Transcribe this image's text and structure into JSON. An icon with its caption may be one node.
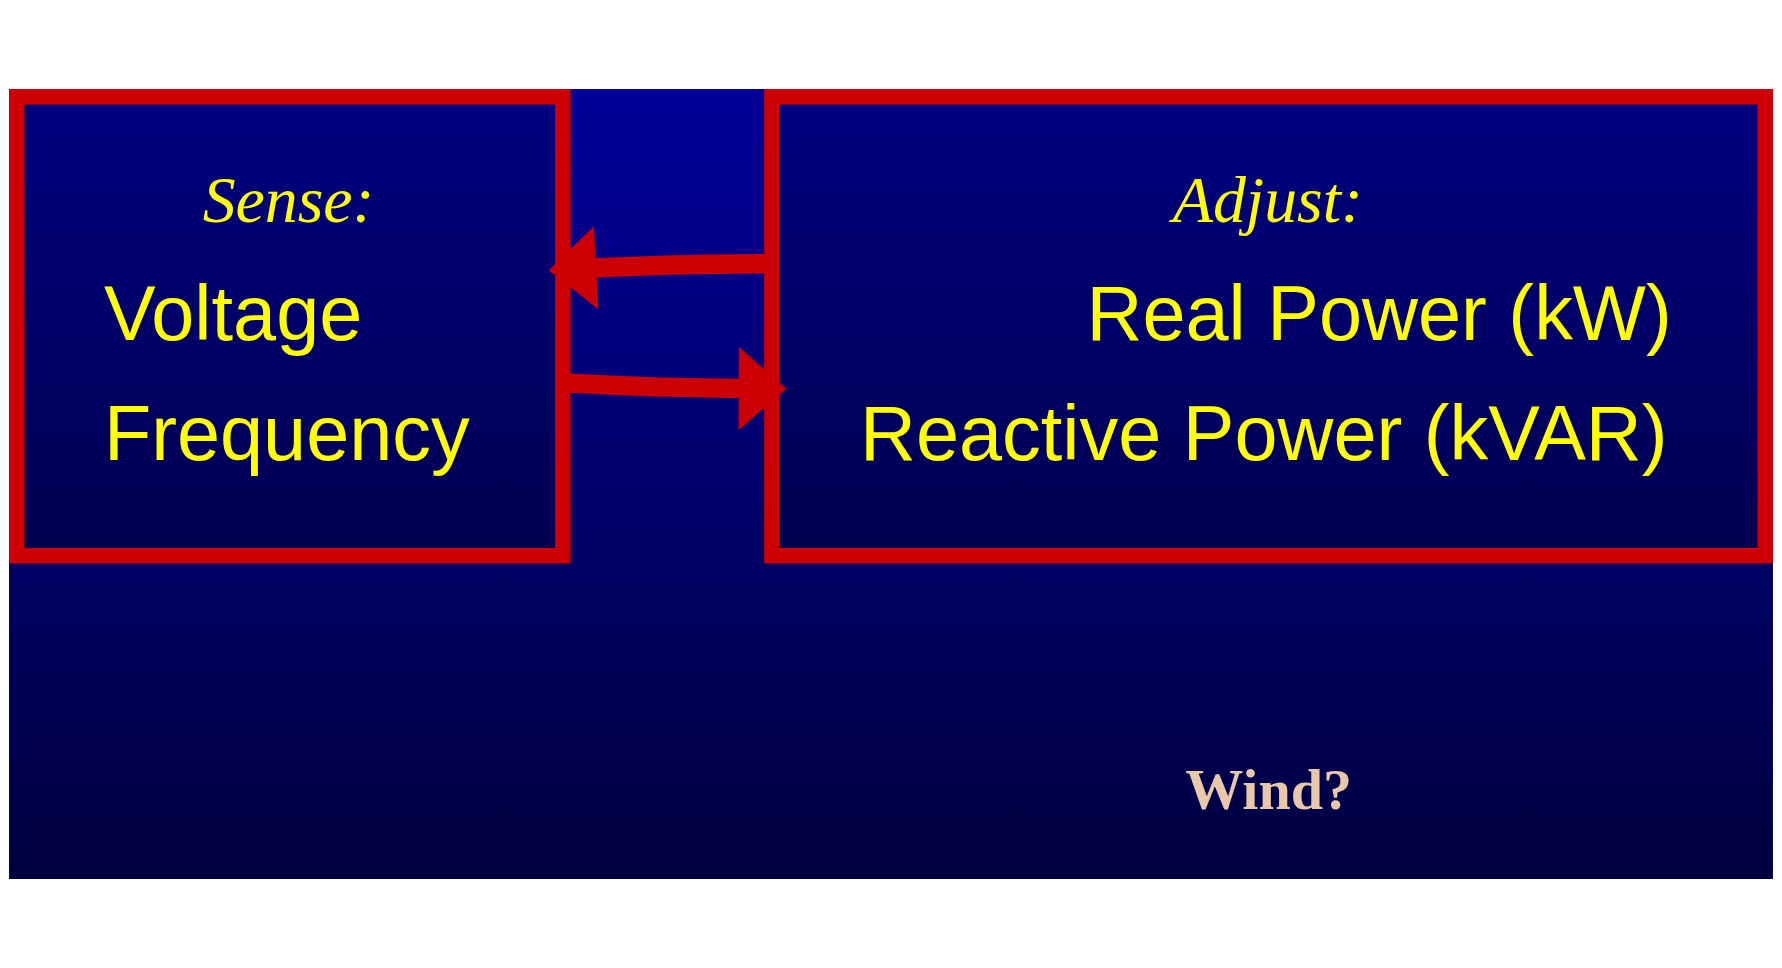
{
  "diagram": {
    "nodes": [
      {
        "text": [
          "Sense:",
          "Voltage",
          "Frequency"
        ]
      },
      {
        "text": [
          "Adjust:",
          "Real Power (kW)",
          "Reactive Power (kVAR)"
        ]
      }
    ],
    "edges": [
      {
        "from": 0,
        "to": 1,
        "arrow": "to"
      },
      {
        "from": 1,
        "to": 0,
        "arrow": "to"
      }
    ],
    "labels": [
      "Wind?"
    ]
  }
}
